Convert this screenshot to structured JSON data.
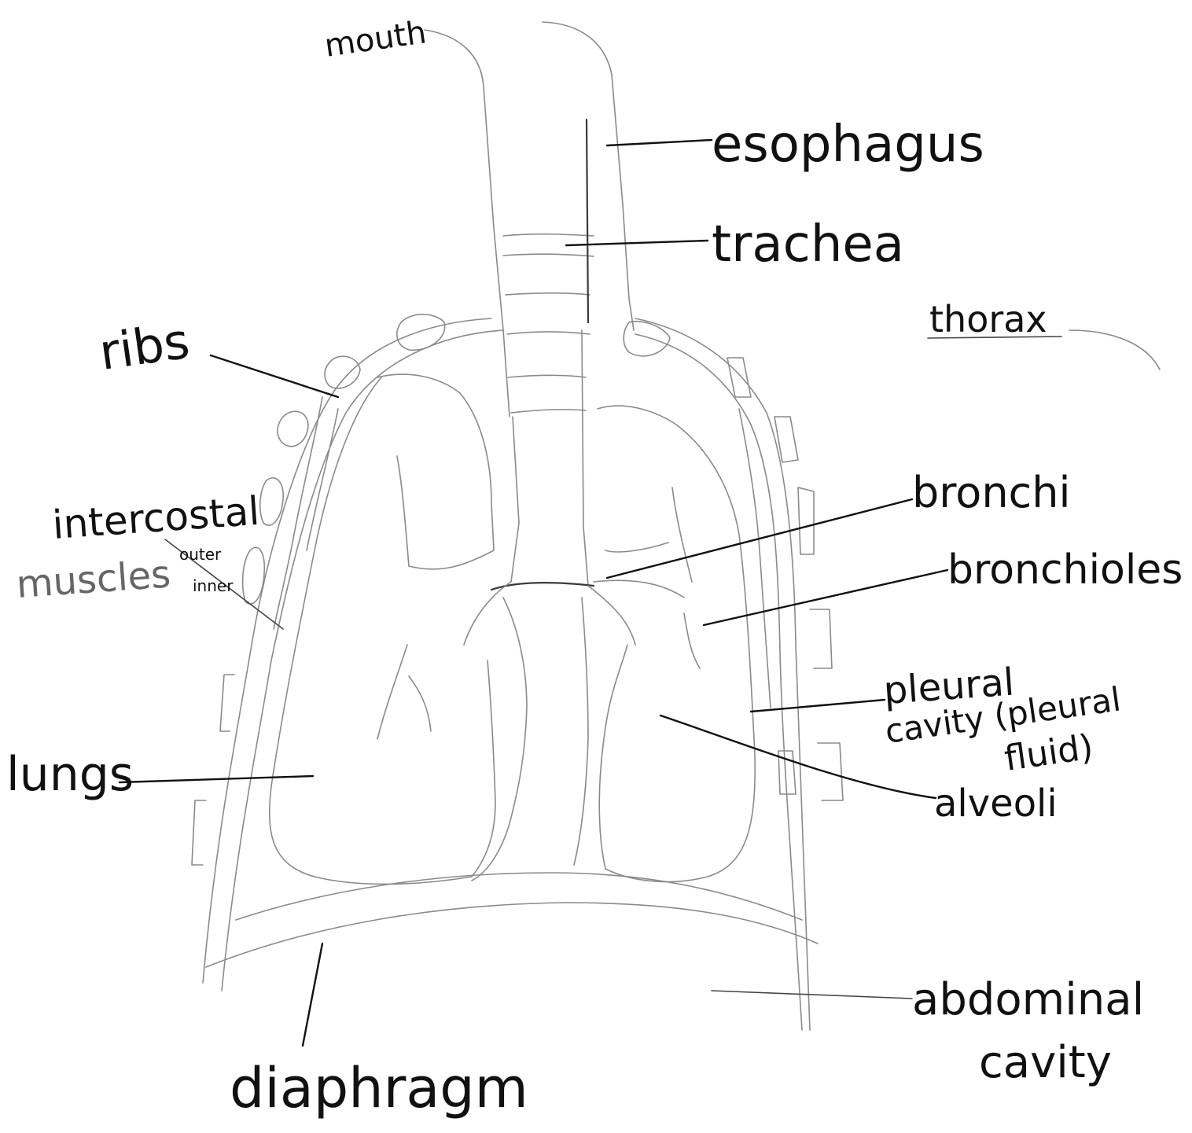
{
  "labels": {
    "mouth": "mouth",
    "esophagus": "esophagus",
    "trachea": "trachea",
    "thorax": "thorax",
    "ribs": "ribs",
    "bronchi": "bronchi",
    "bronchioles": "bronchioles",
    "intercostal": "intercostal",
    "muscles": "muscles",
    "outer": "outer",
    "inner": "inner",
    "pleural_line1": "pleural",
    "pleural_line2": "cavity (pleural",
    "pleural_line3": "fluid)",
    "lungs": "lungs",
    "alveoli": "alveoli",
    "abdominal_line1": "abdominal",
    "abdominal_line2": "cavity",
    "diaphragm": "diaphragm"
  }
}
